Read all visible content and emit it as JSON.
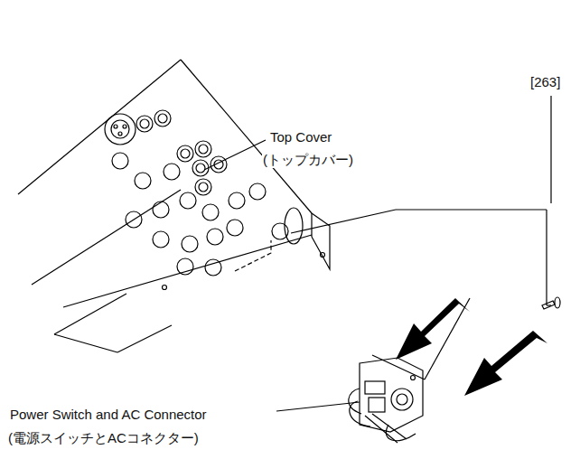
{
  "diagram": {
    "labels": [
      "Top Cover",
      "(トップカバー)",
      "[263]",
      "Power Switch and AC Connector",
      "(電源スイッチとACコネクター)"
    ]
  }
}
